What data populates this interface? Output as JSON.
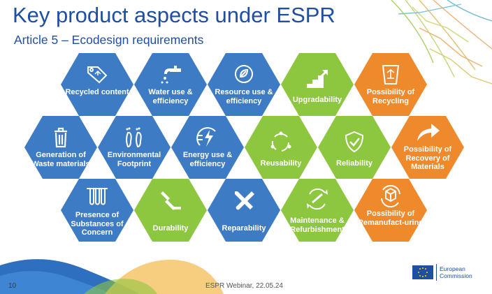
{
  "slide": {
    "title": "Key product aspects under ESPR",
    "subtitle": "Article 5 – Ecodesign requirements",
    "page_number": "10",
    "footer": "ESPR Webinar, 22.05.24",
    "logo_text_line1": "European",
    "logo_text_line2": "Commission"
  },
  "colors": {
    "blue": "#3d7cc5",
    "green": "#8dc63f",
    "orange": "#ee8a2c",
    "title": "#1f4fa0"
  },
  "hexagons": [
    {
      "label": "Recycled content",
      "color": "blue",
      "icon": "recycle-tag-icon"
    },
    {
      "label": "Water use & efficiency",
      "color": "blue",
      "icon": "water-tap-icon"
    },
    {
      "label": "Resource use & efficiency",
      "color": "blue",
      "icon": "leaf-plug-icon"
    },
    {
      "label": "Upgradability",
      "color": "green",
      "icon": "stairs-arrow-icon"
    },
    {
      "label": "Possibility of Recycling",
      "color": "orange",
      "icon": "recycle-bin-icon"
    },
    {
      "label": "Generation of Waste materials",
      "color": "blue",
      "icon": "trash-can-icon"
    },
    {
      "label": "Environmental Footprint",
      "color": "blue",
      "icon": "footprint-icon"
    },
    {
      "label": "Energy use & efficiency",
      "color": "blue",
      "icon": "energy-plug-icon"
    },
    {
      "label": "Reusability",
      "color": "green",
      "icon": "cycle-arrows-icon"
    },
    {
      "label": "Reliability",
      "color": "green",
      "icon": "shield-check-icon"
    },
    {
      "label": "Possibility of Recovery of Materials",
      "color": "orange",
      "icon": "curved-arrow-icon"
    },
    {
      "label": "Presence of Substances of Concern",
      "color": "blue",
      "icon": "test-tubes-icon"
    },
    {
      "label": "Durability",
      "color": "green",
      "icon": "hammer-icon"
    },
    {
      "label": "Reparability",
      "color": "blue",
      "icon": "tools-icon"
    },
    {
      "label": "Maintenance & Refurbishment",
      "color": "green",
      "icon": "wrench-cycle-icon"
    },
    {
      "label": "Possibility of Remanufact-uring",
      "color": "orange",
      "icon": "box-cycle-icon"
    }
  ]
}
